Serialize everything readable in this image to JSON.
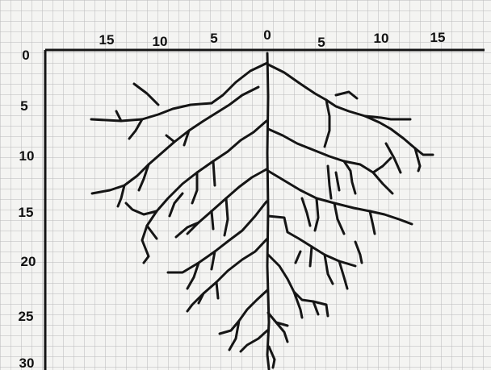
{
  "top_axis": {
    "left_labels": [
      "15",
      "10",
      "5"
    ],
    "center_label": "0",
    "right_labels": [
      "5",
      "10",
      "15"
    ]
  },
  "side_axis": {
    "labels": [
      "0",
      "5",
      "10",
      "15",
      "20",
      "25",
      "30"
    ]
  },
  "colors": {
    "paper": "#f4f4f2",
    "grid": "#b9b9b9",
    "ink": "#151515"
  }
}
